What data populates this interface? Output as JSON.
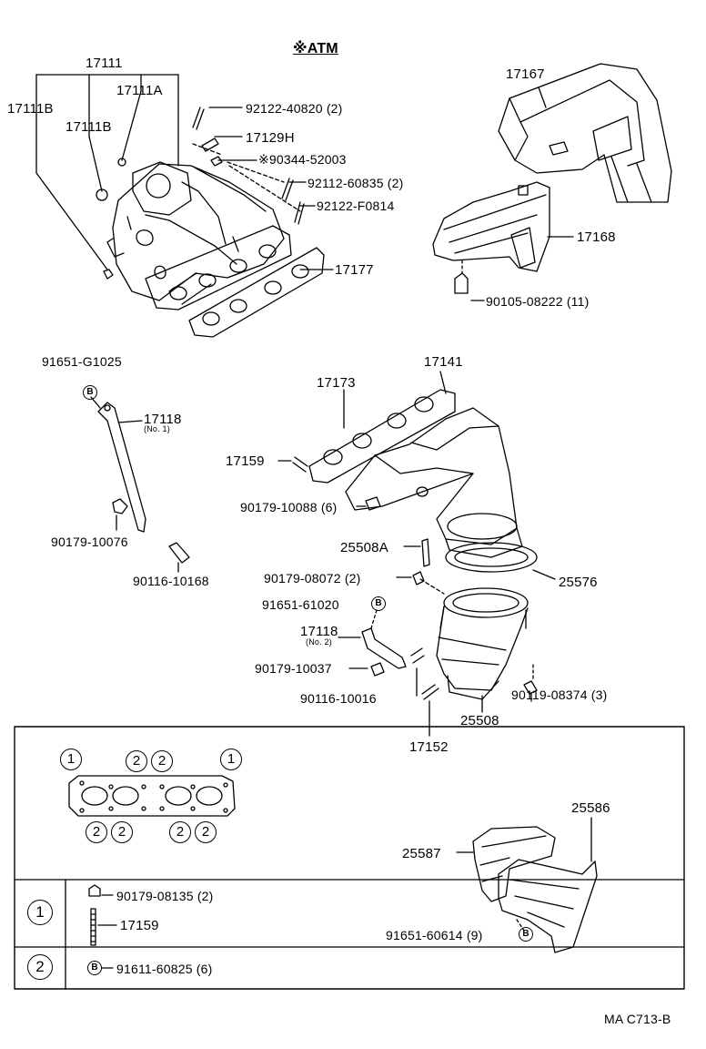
{
  "title": "※ATM",
  "drawing_code": "MA C713-B",
  "labels": {
    "p17111": "17111",
    "p17111A": "17111A",
    "p17111B_left": "17111B",
    "p17111B_inner": "17111B",
    "p92122_40820": "92122-40820 (2)",
    "p17129H": "17129H",
    "p90344_52003": "※90344-52003",
    "p92112_60835": "92112-60835 (2)",
    "p92122_F0814": "92122-F0814",
    "p17177": "17177",
    "p17167": "17167",
    "p17168": "17168",
    "p90105_08222": "90105-08222 (11)",
    "p91651_G1025": "91651-G1025",
    "p17118_no1": "17118",
    "p17118_no1_sub": "(No. 1)",
    "p90179_10076": "90179-10076",
    "p90116_10168": "90116-10168",
    "p17173": "17173",
    "p17141": "17141",
    "p17159": "17159",
    "p90179_10088": "90179-10088 (6)",
    "p25508A": "25508A",
    "p90179_08072": "90179-08072 (2)",
    "p25576": "25576",
    "p91651_61020": "91651-61020",
    "p17118_no2": "17118",
    "p17118_no2_sub": "(No. 2)",
    "p90179_10037": "90179-10037",
    "p90116_10016": "90116-10016",
    "p90119_08374": "90119-08374 (3)",
    "p25508": "25508",
    "p17152": "17152",
    "p25586": "25586",
    "p25587": "25587",
    "p91651_60614": "91651-60614 (9)"
  },
  "b_mark": "B",
  "legend": {
    "mark_1": "1",
    "mark_2": "2",
    "row1": {
      "mark": "1",
      "part_a": "90179-08135 (2)",
      "part_b": "17159"
    },
    "row2": {
      "mark": "2",
      "part_a": "91611-60825 (6)"
    }
  }
}
